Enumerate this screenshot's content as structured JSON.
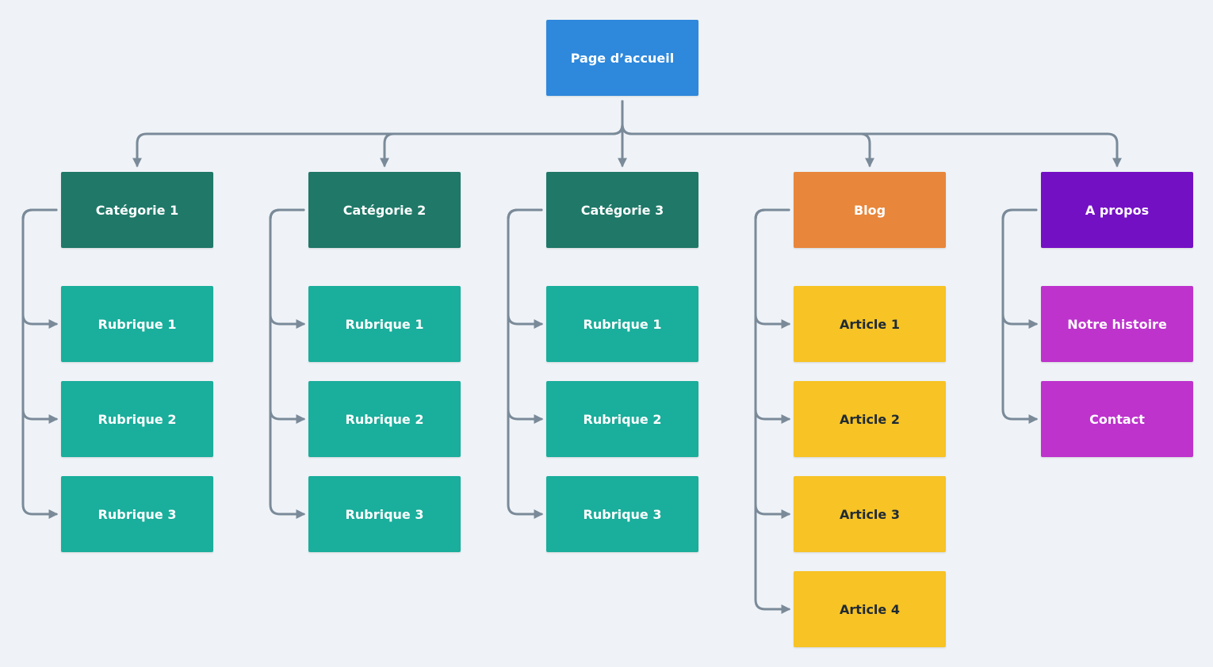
{
  "colors": {
    "background": "#eff3f7",
    "connector": "#7a8a99",
    "home": "#2e88db",
    "category": "#1f7868",
    "rubrique": "#1aae9c",
    "blog": "#e8863b",
    "article": "#f7c325",
    "about": "#7410c4",
    "about_child": "#bd33cc"
  },
  "root": {
    "label": "Page d’accueil"
  },
  "columns": [
    {
      "key": "cat1",
      "label": "Catégorie 1",
      "style": "category",
      "children": [
        {
          "label": "Rubrique 1",
          "style": "rubrique"
        },
        {
          "label": "Rubrique 2",
          "style": "rubrique"
        },
        {
          "label": "Rubrique 3",
          "style": "rubrique"
        }
      ]
    },
    {
      "key": "cat2",
      "label": "Catégorie 2",
      "style": "category",
      "children": [
        {
          "label": "Rubrique 1",
          "style": "rubrique"
        },
        {
          "label": "Rubrique 2",
          "style": "rubrique"
        },
        {
          "label": "Rubrique 3",
          "style": "rubrique"
        }
      ]
    },
    {
      "key": "cat3",
      "label": "Catégorie 3",
      "style": "category",
      "children": [
        {
          "label": "Rubrique 1",
          "style": "rubrique"
        },
        {
          "label": "Rubrique 2",
          "style": "rubrique"
        },
        {
          "label": "Rubrique 3",
          "style": "rubrique"
        }
      ]
    },
    {
      "key": "blog",
      "label": "Blog",
      "style": "blog",
      "children": [
        {
          "label": "Article 1",
          "style": "article"
        },
        {
          "label": "Article 2",
          "style": "article"
        },
        {
          "label": "Article 3",
          "style": "article"
        },
        {
          "label": "Article 4",
          "style": "article"
        }
      ]
    },
    {
      "key": "about",
      "label": "A propos",
      "style": "about",
      "children": [
        {
          "label": "Notre histoire",
          "style": "about_child"
        },
        {
          "label": "Contact",
          "style": "about_child"
        }
      ]
    }
  ]
}
